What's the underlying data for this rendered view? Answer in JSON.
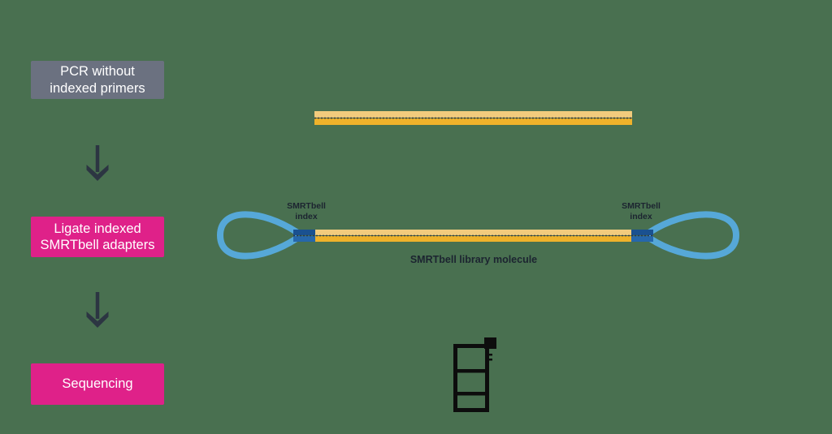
{
  "colors": {
    "background": "#497050",
    "box_gray": "#6B7180",
    "box_pink": "#DF2189",
    "box_text": "#FFFFFF",
    "arrow": "#2C3542",
    "strand_top_yellow": "#F2CB7D",
    "strand_bottom_yellow": "#EFB22B",
    "basepair_line": "#2F3A44",
    "loop_blue": "#56A8D8",
    "index_blue_top": "#1A5190",
    "index_blue_bottom": "#2667AB",
    "label_text": "#1C2430",
    "sequencer_icon": "#0D0D0D"
  },
  "steps": {
    "pcr": {
      "line1": "PCR without",
      "line2": "indexed primers"
    },
    "ligate": {
      "line1": "Ligate indexed",
      "line2": "SMRTbell adapters"
    },
    "sequencing": {
      "line1": "Sequencing"
    }
  },
  "molecule": {
    "index_label_left": {
      "line1": "SMRTbell",
      "line2": "index"
    },
    "index_label_right": {
      "line1": "SMRTbell",
      "line2": "index"
    },
    "caption": "SMRTbell library molecule"
  }
}
